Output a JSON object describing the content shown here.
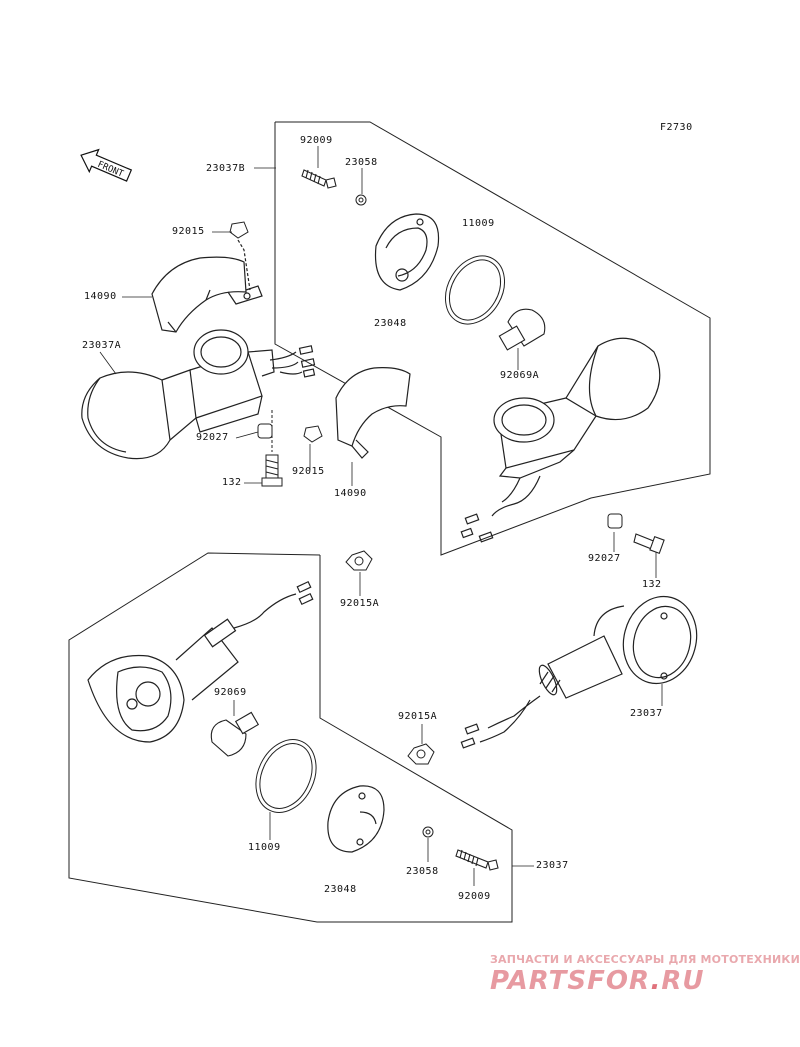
{
  "figure_code": "F2730",
  "front_arrow_label": "FRONT",
  "part_labels": {
    "p23037B": "23037B",
    "p92009_top": "92009",
    "p23058_top": "23058",
    "p11009_top": "11009",
    "p23048_top": "23048",
    "p92069A": "92069A",
    "p92015_left": "92015",
    "p14090_left": "14090",
    "p23037A": "23037A",
    "p92027_left": "92027",
    "p132_left": "132",
    "p92015_mid": "92015",
    "p14090_mid": "14090",
    "p92027_right": "92027",
    "p132_right": "132",
    "p92015A_top": "92015A",
    "p92069": "92069",
    "p23037_right": "23037",
    "p92015A_mid": "92015A",
    "p11009_bottom": "11009",
    "p23048_bottom": "23048",
    "p23058_bottom": "23058",
    "p92009_bottom": "92009",
    "p23037_bottom": "23037"
  },
  "watermark": {
    "tagline": "ЗАПЧАСТИ И АКСЕССУАРЫ ДЛЯ МОТОТЕХНИКИ",
    "brand_left": "PARTS",
    "brand_mid": "FOR",
    "brand_dot": ".",
    "brand_right": "RU"
  }
}
